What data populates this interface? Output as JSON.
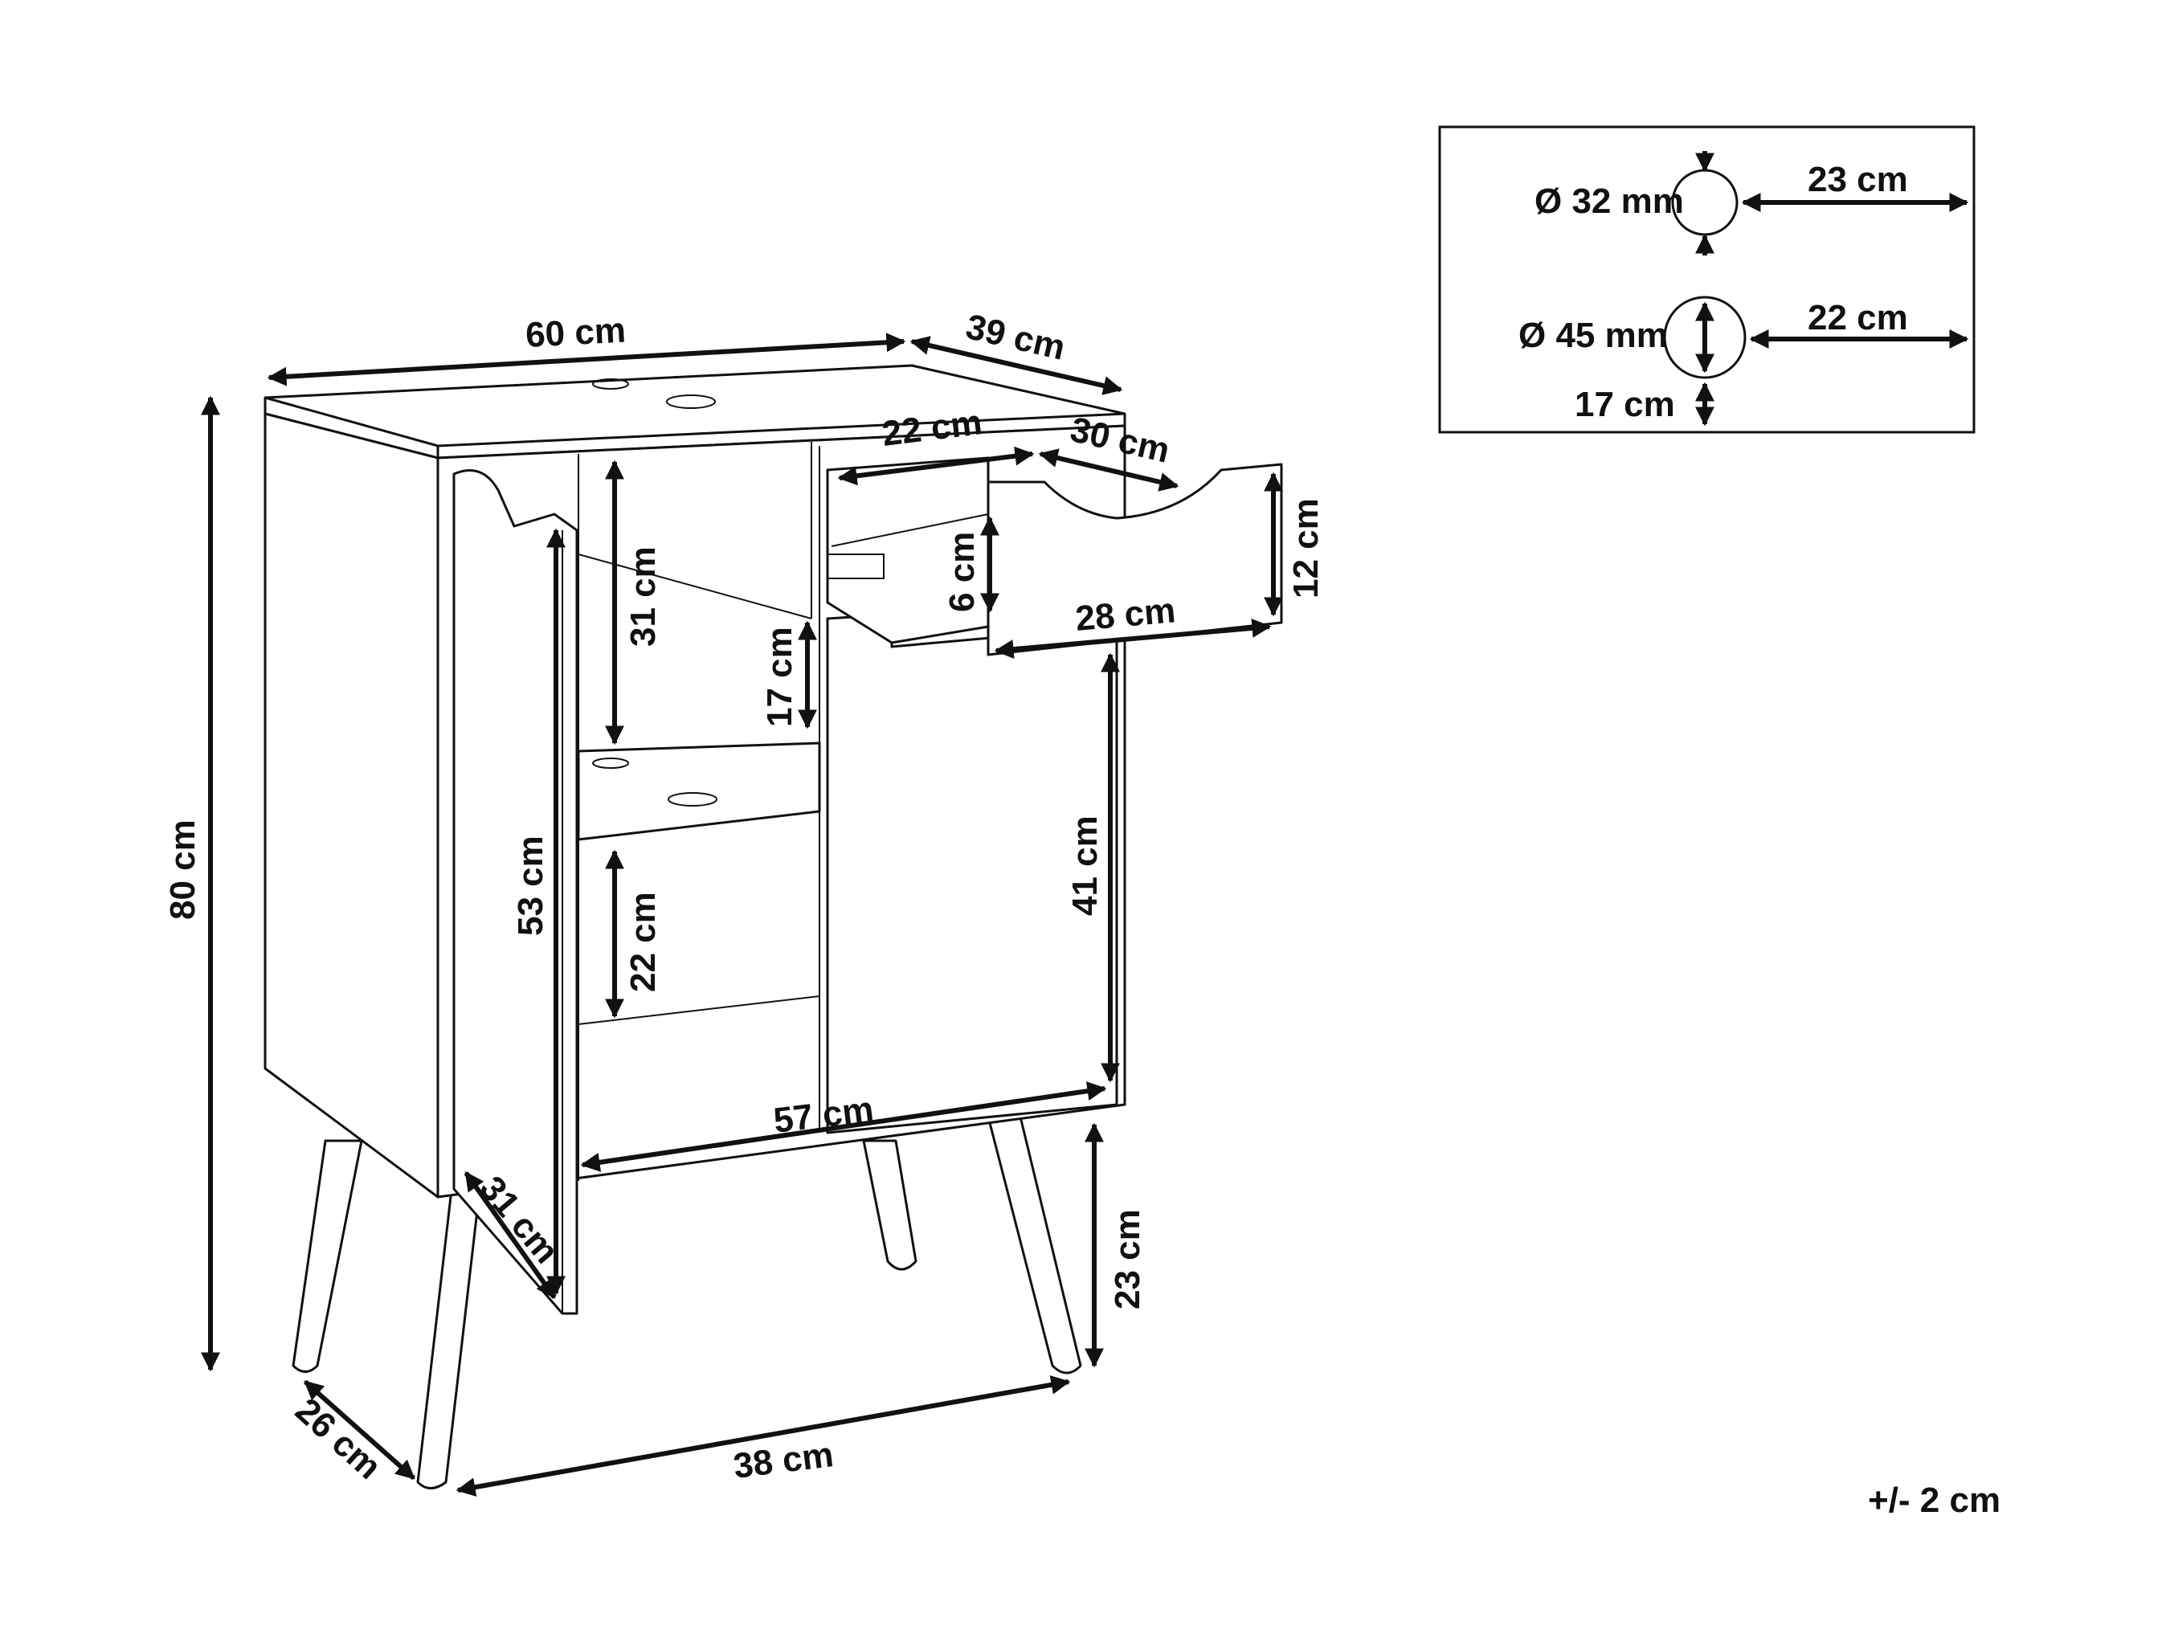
{
  "dimensions": {
    "width": "60 cm",
    "depth": "39 cm",
    "height": "80 cm",
    "inner_width": "57 cm",
    "upper_compartment": "31 cm",
    "shelf_gap": "17 cm",
    "lower_compartment": "22 cm",
    "door_height": "53 cm",
    "door_width": "31 cm",
    "drawer_inner_width": "22 cm",
    "drawer_inner_depth": "30 cm",
    "drawer_height": "12 cm",
    "drawer_inner_height": "6 cm",
    "drawer_front_width": "28 cm",
    "right_door_height": "41 cm",
    "leg_height": "23 cm",
    "leg_depth_spread": "26 cm",
    "leg_width_spread": "38 cm"
  },
  "hole_detail": {
    "small_hole_diameter": "Ø 32 mm",
    "small_hole_offset": "23 cm",
    "large_hole_diameter": "Ø 45 mm",
    "large_hole_offset": "22 cm",
    "large_hole_height": "17 cm"
  },
  "tolerance": "+/- 2 cm",
  "colors": {
    "line": "#111111",
    "background": "#ffffff"
  }
}
